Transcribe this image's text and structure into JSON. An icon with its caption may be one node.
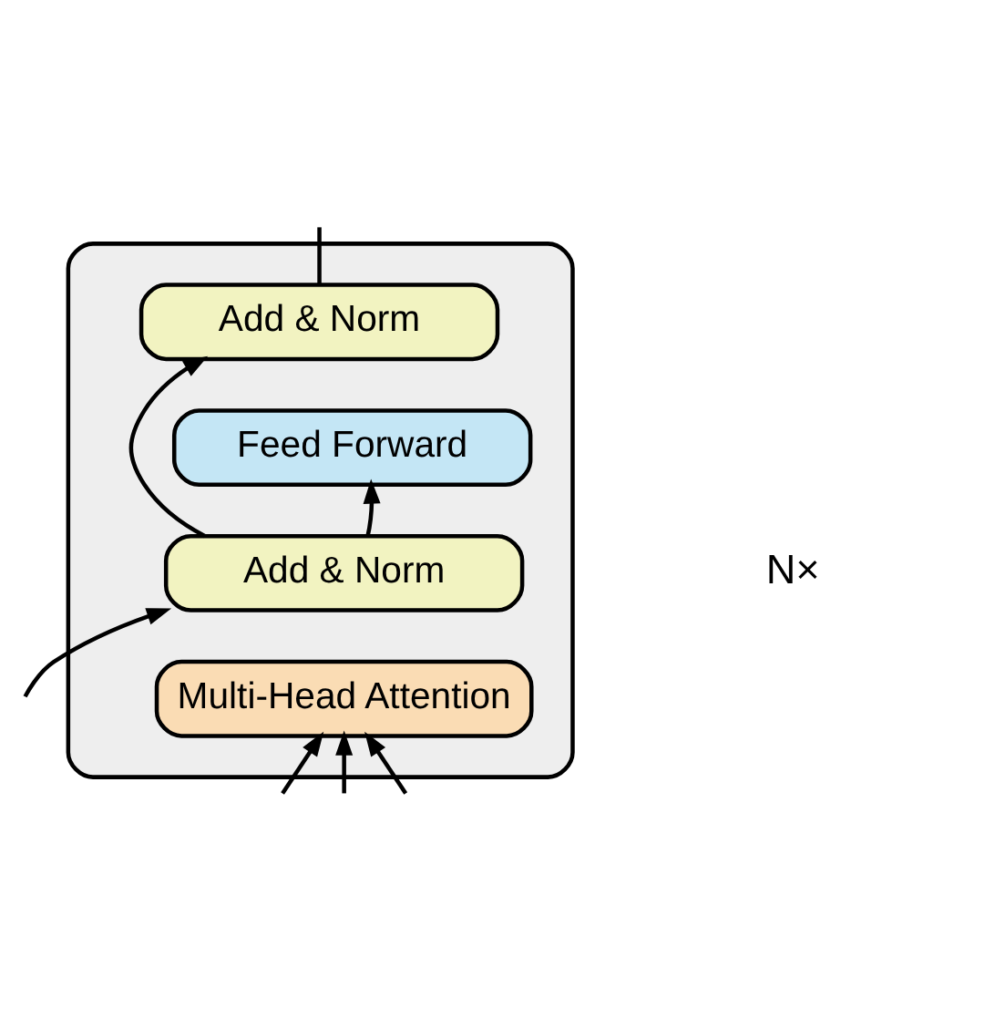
{
  "diagram": {
    "nodes": [
      {
        "text": [],
        "shape": "box"
      },
      {
        "text": [
          "Add & Norm"
        ],
        "in": 0
      },
      {
        "text": [
          "Feed Forward"
        ],
        "in": 0
      },
      {
        "text": [
          "Add & Norm"
        ],
        "in": 0
      },
      {
        "text": [
          "Multi-Head Attention"
        ],
        "in": 0
      }
    ],
    "edges": [
      {
        "from": null,
        "to": 4,
        "arrow": "to"
      },
      {
        "from": null,
        "to": 4,
        "arrow": "to"
      },
      {
        "from": null,
        "to": 4,
        "arrow": "to"
      },
      {
        "from": null,
        "to": 3,
        "arrow": "to"
      },
      {
        "from": 3,
        "to": 2,
        "arrow": "to"
      },
      {
        "from": 3,
        "to": 1,
        "arrow": "to"
      },
      {
        "from": 1,
        "to": null,
        "arrow": "none"
      }
    ],
    "labels": [
      "N×"
    ]
  }
}
